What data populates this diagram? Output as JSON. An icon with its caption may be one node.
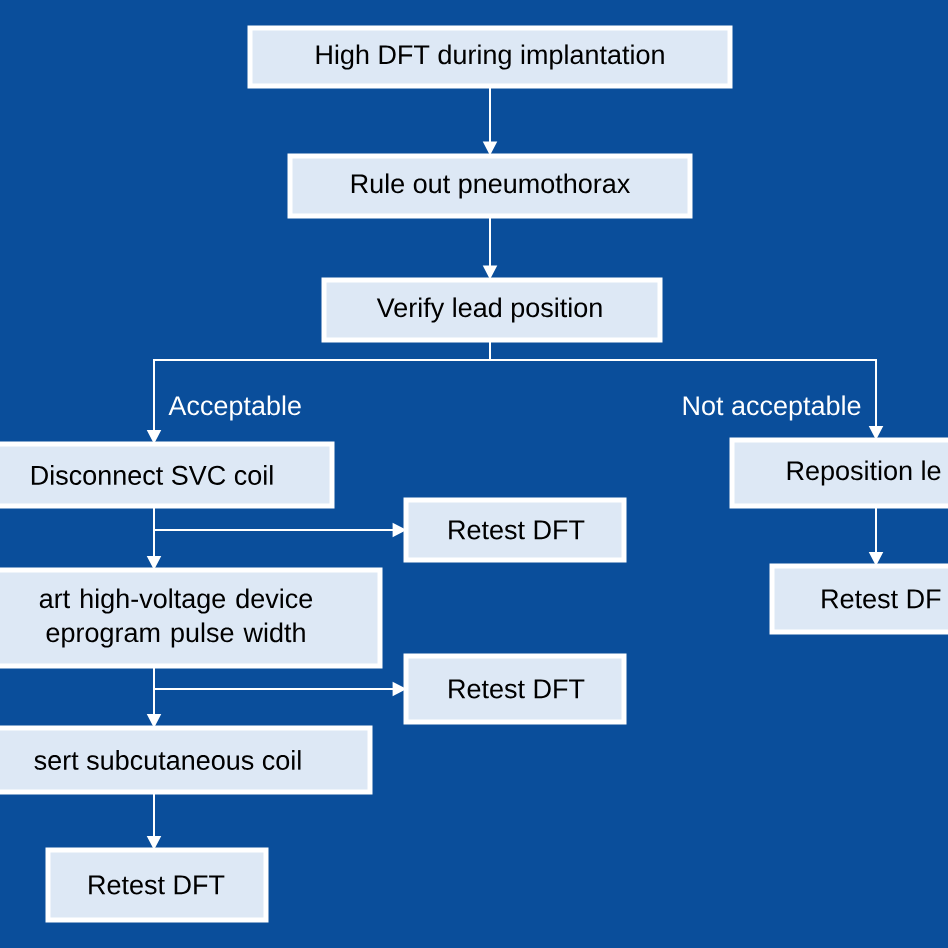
{
  "diagram": {
    "nodes": [
      {
        "text": [
          "High DFT during implantation"
        ]
      },
      {
        "text": [
          "Rule out pneumothorax"
        ]
      },
      {
        "text": [
          "Verify lead position"
        ]
      },
      {
        "text": [
          "Disconnect SVC coil"
        ]
      },
      {
        "text": [
          "Retest DFT"
        ]
      },
      {
        "text": [
          "art high-voltage device eprogram pulse width"
        ]
      },
      {
        "text": [
          "Retest DFT"
        ]
      },
      {
        "text": [
          "sert subcutaneous coil"
        ]
      },
      {
        "text": [
          "Retest DFT"
        ]
      },
      {
        "text": [
          "Reposition le"
        ]
      },
      {
        "text": [
          "Retest DF"
        ]
      }
    ],
    "edges": [
      {
        "from": 0,
        "to": 1,
        "arrow": "to"
      },
      {
        "from": 1,
        "to": 2,
        "arrow": "to"
      },
      {
        "from": 2,
        "to": 3,
        "arrow": "to",
        "label": "Acceptable"
      },
      {
        "from": 2,
        "to": 9,
        "arrow": "to",
        "label": "Not acceptable"
      },
      {
        "from": 3,
        "to": 4,
        "arrow": "to"
      },
      {
        "from": 3,
        "to": 5,
        "arrow": "to"
      },
      {
        "from": 5,
        "to": 6,
        "arrow": "to"
      },
      {
        "from": 5,
        "to": 7,
        "arrow": "to"
      },
      {
        "from": 7,
        "to": 8,
        "arrow": "to"
      },
      {
        "from": 9,
        "to": 10,
        "arrow": "to"
      }
    ]
  }
}
